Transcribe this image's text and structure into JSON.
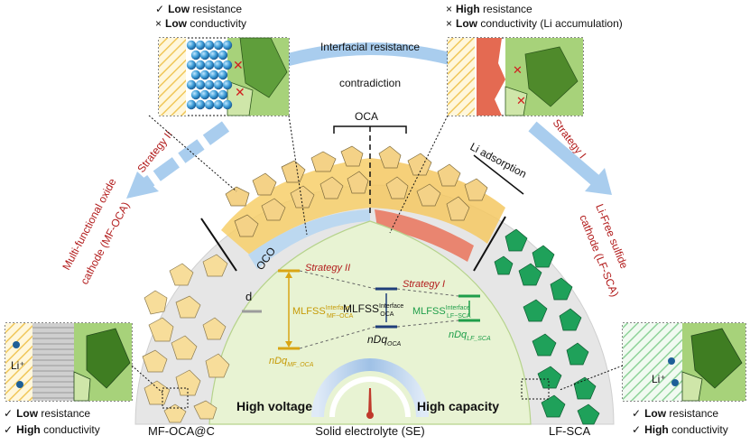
{
  "top_left_note": {
    "line1": {
      "mark": "✓",
      "strong": "Low",
      "rest": " resistance"
    },
    "line2": {
      "mark": "×",
      "strong": "Low",
      "rest": " conductivity"
    }
  },
  "top_right_note": {
    "line1": {
      "mark": "×",
      "strong": "High",
      "rest": " resistance"
    },
    "line2": {
      "mark": "×",
      "strong": "Low",
      "rest": " conductivity (Li accumulation)"
    }
  },
  "center_top": {
    "interfacial": "Interfacial resistance",
    "contradiction": "contradiction"
  },
  "strategies": {
    "left": "Strategy II",
    "right": "Strategy I"
  },
  "labels": {
    "oca": "OCA",
    "oco": "OCO",
    "li_adsorption": "Li adsorption",
    "left_cathode_line1": "Multi-functional oxide",
    "left_cathode_line2": "cathode (MF-OCA)",
    "right_cathode_line1": "Li-Free sulfide",
    "right_cathode_line2": "cathode (LF-SCA)",
    "mf_oca_c": "MF-OCA@C",
    "lf_sca": "LF-SCA",
    "solid_electrolyte": "Solid electrolyte (SE)",
    "high_voltage": "High voltage",
    "high_capacity": "High capacity",
    "li_plus": "Li⁺"
  },
  "energy_diagram": {
    "d": "d",
    "mlfss_mf_main": "MLFSS",
    "mlfss_mf_sup": "Interface",
    "mlfss_mf_sub": "MF−OCA",
    "mlfss_oca_main": "MLFSS",
    "mlfss_oca_sup": "Interface",
    "mlfss_oca_sub": "OCA",
    "mlfss_lf_main": "MLFSS",
    "mlfss_lf_sup": "Interface",
    "mlfss_lf_sub": "LF−SCA",
    "ndq_mf_main": "nDq",
    "ndq_mf_sub": "MF_OCA",
    "ndq_oca_main": "nDq",
    "ndq_oca_sub": "OCA",
    "ndq_lf_main": "nDq",
    "ndq_lf_sub": "LF_SCA",
    "strategy_ii": "Strategy II",
    "strategy_i": "Strategy I"
  },
  "bottom_left_note": {
    "line1": {
      "mark": "✓",
      "strong": "Low",
      "rest": " resistance"
    },
    "line2": {
      "mark": "✓",
      "strong": "High",
      "rest": " conductivity"
    }
  },
  "bottom_right_note": {
    "line1": {
      "mark": "✓",
      "strong": "Low",
      "rest": " resistance"
    },
    "line2": {
      "mark": "✓",
      "strong": "High",
      "rest": " conductivity"
    }
  },
  "colors": {
    "oca_yellow": "#f7cf6a",
    "lf_green": "#1fa15a",
    "red_strategy": "#b21c1c",
    "arrow_blue": "#a9cdee",
    "se_green": "#e8f3d3"
  }
}
